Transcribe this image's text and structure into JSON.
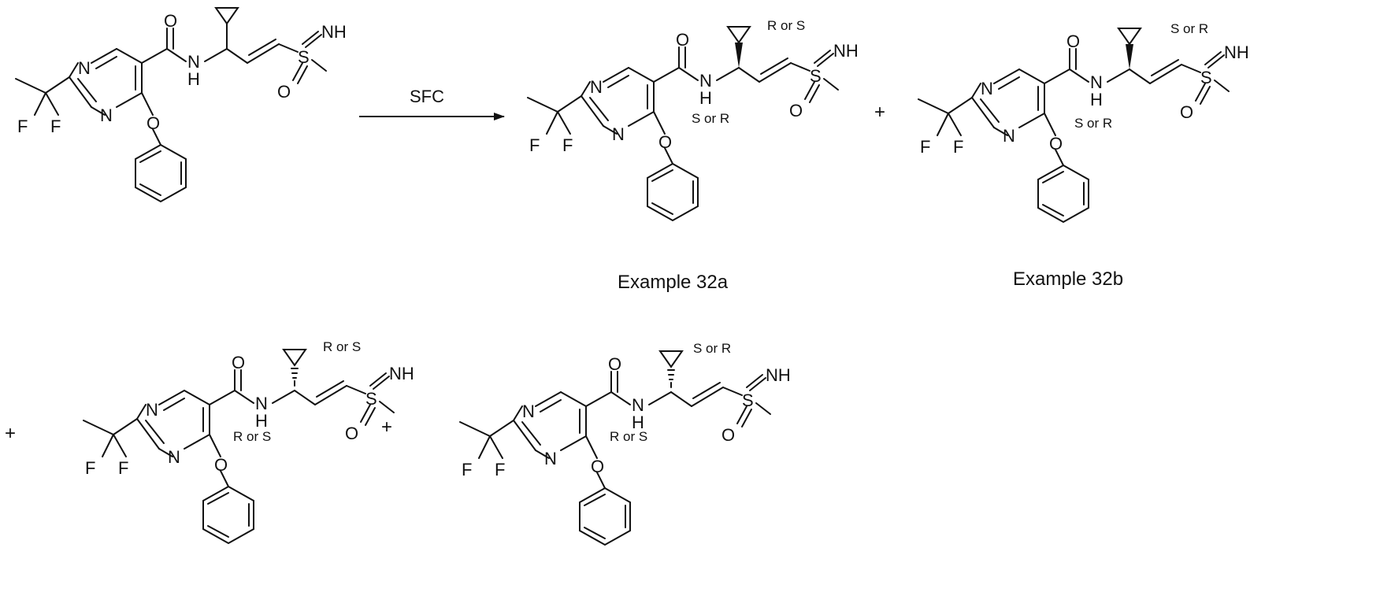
{
  "arrow": {
    "label": "SFC"
  },
  "plus_signs": [
    "+",
    "+",
    "+"
  ],
  "atoms": {
    "ring_N": "N",
    "carbonyl_O": "O",
    "ether_O": "O",
    "amide_H": "H",
    "amide_N": "N",
    "fluorine": "F",
    "sulfur": "S",
    "imine_NH": "NH",
    "sulfonyl_O": "O"
  },
  "compounds": [
    {
      "id": "starting",
      "caption": "",
      "stereo_top": "",
      "stereo_bottom": ""
    },
    {
      "id": "32a",
      "caption": "Example 32a",
      "stereo_top": "R or S",
      "stereo_bottom": "S or R"
    },
    {
      "id": "32b",
      "caption": "Example 32b",
      "stereo_top": "S or R",
      "stereo_bottom": "S or R"
    },
    {
      "id": "c",
      "caption": "",
      "stereo_top": "R or S",
      "stereo_bottom": "R or S"
    },
    {
      "id": "d",
      "caption": "",
      "stereo_top": "S or R",
      "stereo_bottom": "R or S"
    }
  ]
}
